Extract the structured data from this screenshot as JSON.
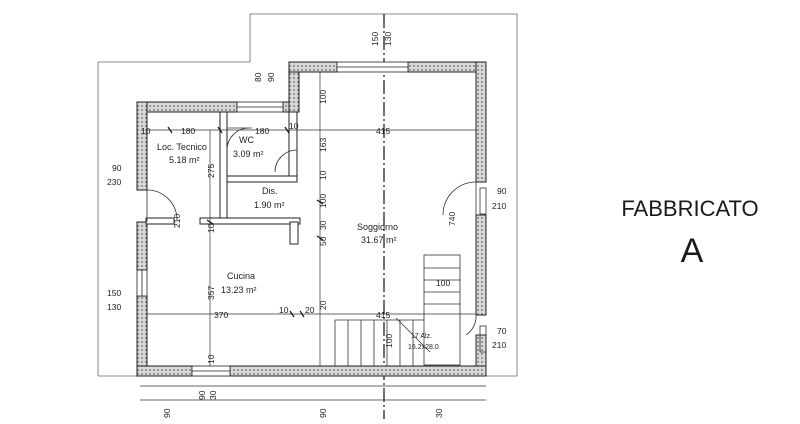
{
  "building": {
    "title": "FABBRICATO",
    "letter": "A"
  },
  "rooms": {
    "loc_tecnico": {
      "name": "Loc. Tecnico",
      "area": "5.18 m²"
    },
    "wc": {
      "name": "WC",
      "area": "3.09 m²"
    },
    "dis": {
      "name": "Dis.",
      "area": "1.90 m²"
    },
    "soggiorno": {
      "name": "Soggiorno",
      "area": "31.67 m²"
    },
    "cucina": {
      "name": "Cucina",
      "area": "13.23 m²"
    }
  },
  "dimensions": {
    "top_150": "150",
    "top_130": "130",
    "top_80": "80",
    "top_90": "90",
    "d_10a": "10",
    "d_180a": "180",
    "d_180b": "180",
    "d_10b": "10",
    "d_415a": "415",
    "v_100a": "100",
    "v_163": "163",
    "v_10a": "10",
    "v_275": "275",
    "v_10b": "10",
    "v_30": "30",
    "v_50": "50",
    "v_100b": "100",
    "v_740": "740",
    "v_210a": "210",
    "v_357": "357",
    "v_20": "20",
    "d_370": "370",
    "d_10c": "10",
    "d_20": "20",
    "d_415b": "415",
    "v_100c": "100",
    "h_100": "100",
    "stair": "17 Alz.",
    "stair_dims": "16.2x28.0",
    "left_90": "90",
    "left_230": "230",
    "left_150": "150",
    "left_130": "130",
    "right_90": "90",
    "right_210": "210",
    "right_70": "70",
    "right_210b": "210",
    "bot_90a": "90",
    "bot_30a": "30",
    "bot_90b": "90",
    "bot_90c": "90",
    "bot_30b": "30",
    "bot_10": "10"
  }
}
